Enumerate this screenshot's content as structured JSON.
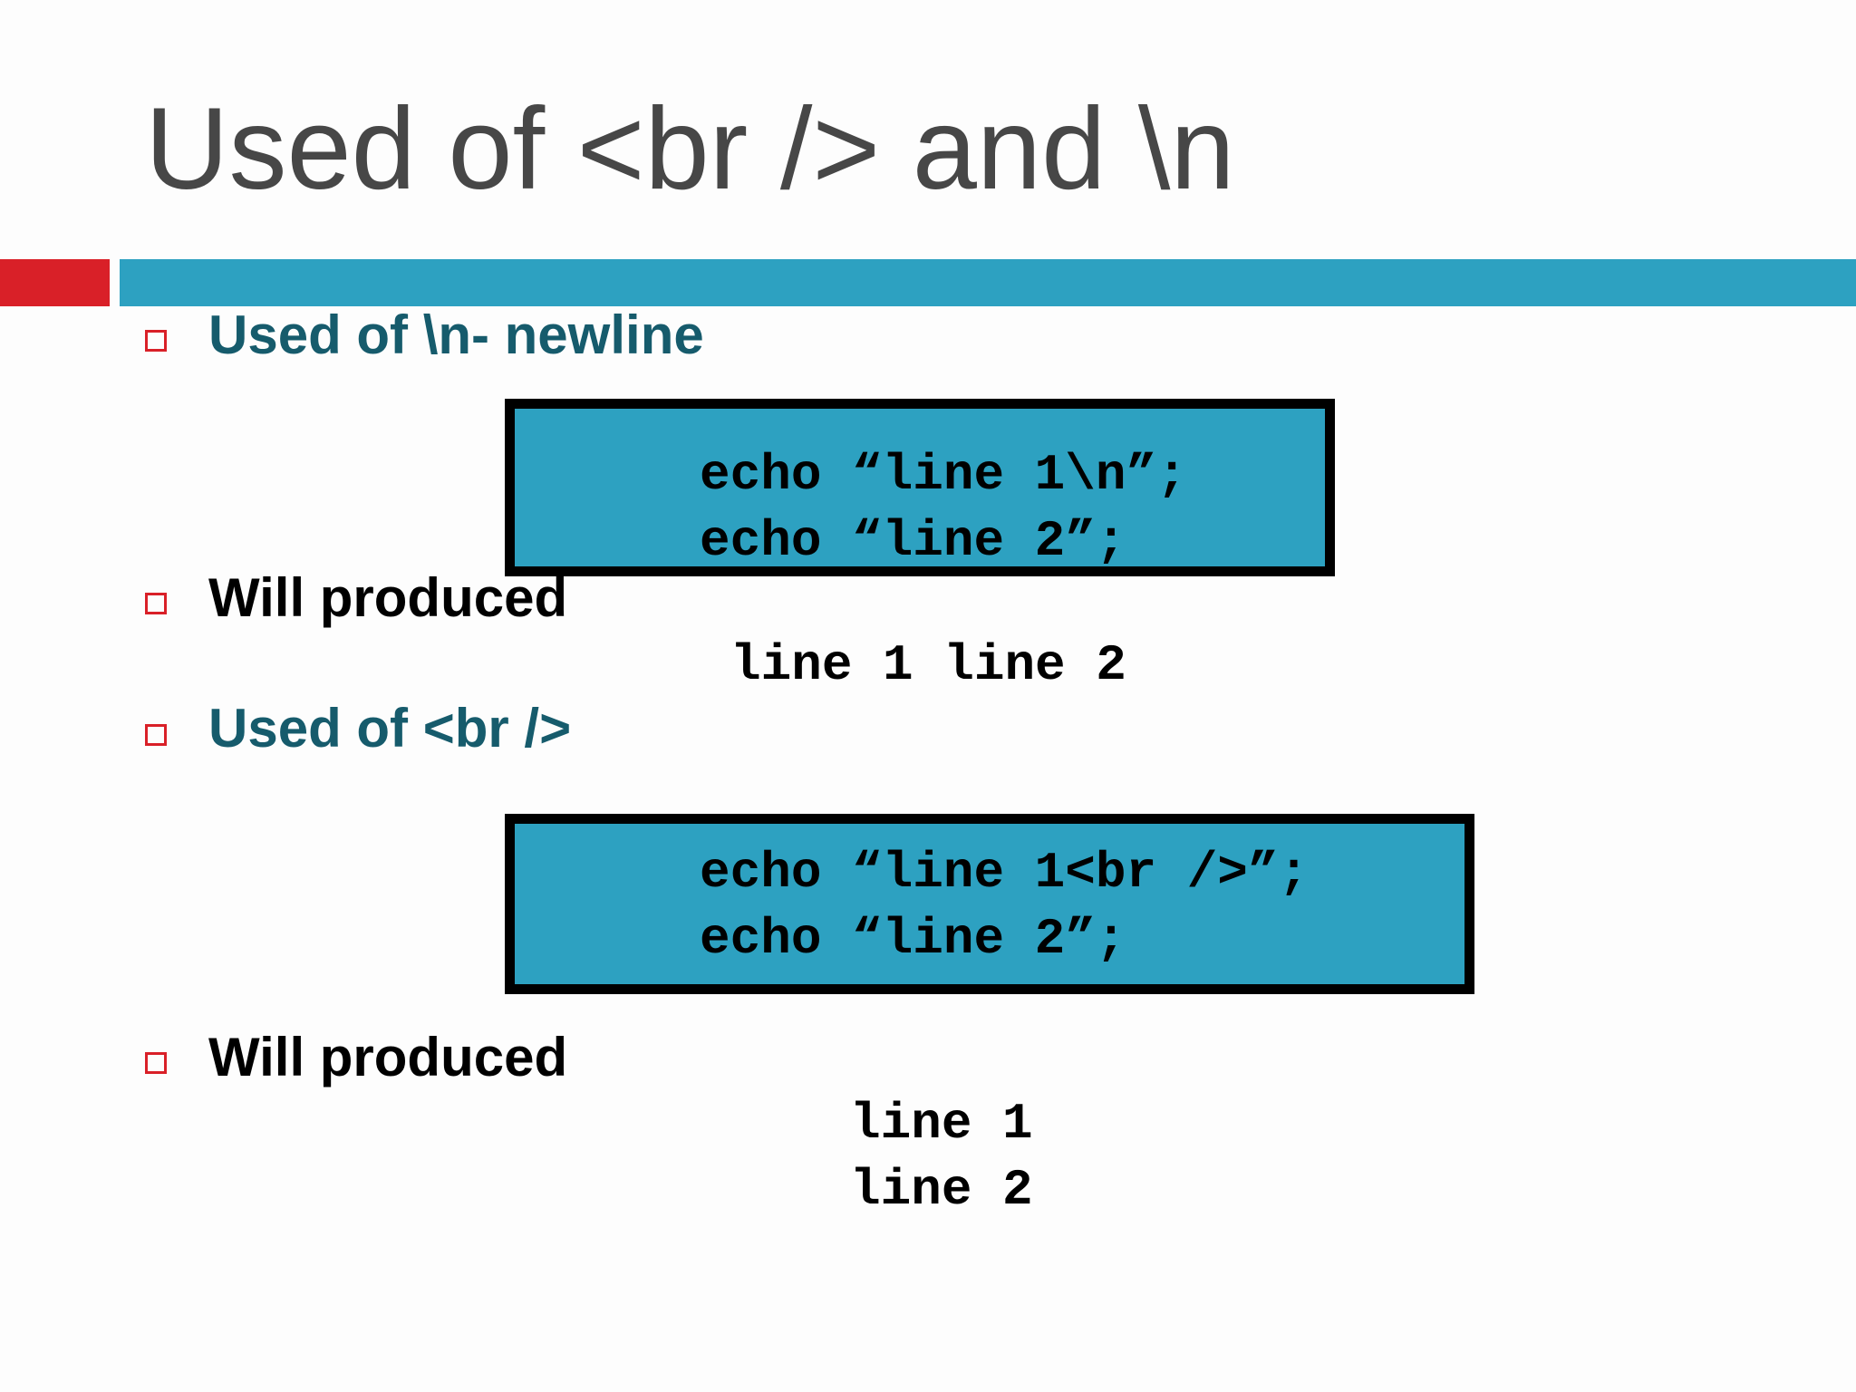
{
  "slide": {
    "title": "Used of <br /> and \\n",
    "accent_colors": {
      "red": "#d92028",
      "blue": "#2da1c1",
      "teal_text": "#165b6c"
    },
    "bullets": [
      {
        "icon": "square-bullet-icon",
        "text": "Used of \\n- newline"
      },
      {
        "icon": "square-bullet-icon",
        "text": "Will produced"
      },
      {
        "icon": "square-bullet-icon",
        "text": "Used of <br />"
      },
      {
        "icon": "square-bullet-icon",
        "text": "Will produced"
      }
    ],
    "code_blocks": [
      {
        "lines": [
          "echo “line 1\\n”;",
          "echo “line 2”;"
        ]
      },
      {
        "lines": [
          "echo “line 1<br />”;",
          "echo “line 2”;"
        ]
      }
    ],
    "outputs": [
      {
        "lines": [
          "line 1 line 2"
        ]
      },
      {
        "lines": [
          "line 1",
          "line 2"
        ]
      }
    ]
  }
}
